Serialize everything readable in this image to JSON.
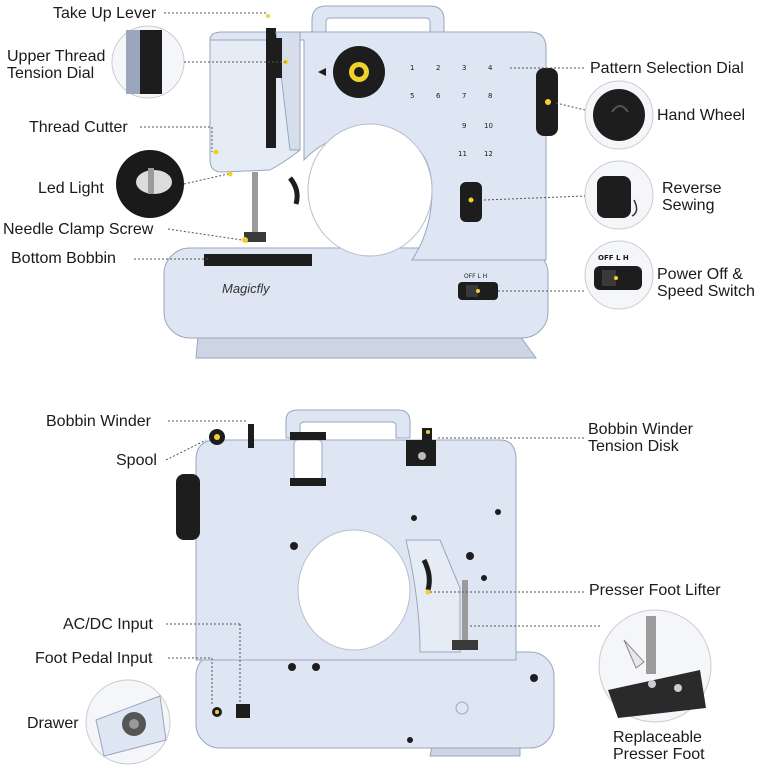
{
  "brand": "Magicfly",
  "top_labels": {
    "take_up_lever": "Take Up Lever",
    "upper_thread_tension_dial": [
      "Upper Thread",
      "Tension Dial"
    ],
    "thread_cutter": "Thread Cutter",
    "led_light": "Led Light",
    "needle_clamp_screw": "Needle Clamp Screw",
    "bottom_bobbin": "Bottom Bobbin",
    "pattern_selection_dial": "Pattern Selection Dial",
    "hand_wheel": "Hand Wheel",
    "reverse_sewing": [
      "Reverse",
      "Sewing"
    ],
    "power_speed_switch": [
      "Power Off &",
      "Speed Switch"
    ]
  },
  "bottom_labels": {
    "bobbin_winder": "Bobbin Winder",
    "spool": "Spool",
    "ac_dc_input": "AC/DC Input",
    "foot_pedal_input": "Foot Pedal Input",
    "drawer": "Drawer",
    "bobbin_winder_tension_disk": [
      "Bobbin Winder",
      "Tension Disk"
    ],
    "presser_foot_lifter": "Presser Foot Lifter",
    "replaceable_presser_foot": [
      "Replaceable",
      "Presser Foot"
    ]
  },
  "switch_text": "OFF  L  H",
  "pattern_numbers": [
    "1",
    "2",
    "3",
    "4",
    "5",
    "6",
    "7",
    "8",
    "9",
    "10",
    "11",
    "12"
  ],
  "colors": {
    "body": "#dfe6f3",
    "body_shade": "#c6cfe0",
    "outline": "#9aa6bd",
    "accent": "#f2d12b",
    "dark": "#1d1d1d"
  }
}
